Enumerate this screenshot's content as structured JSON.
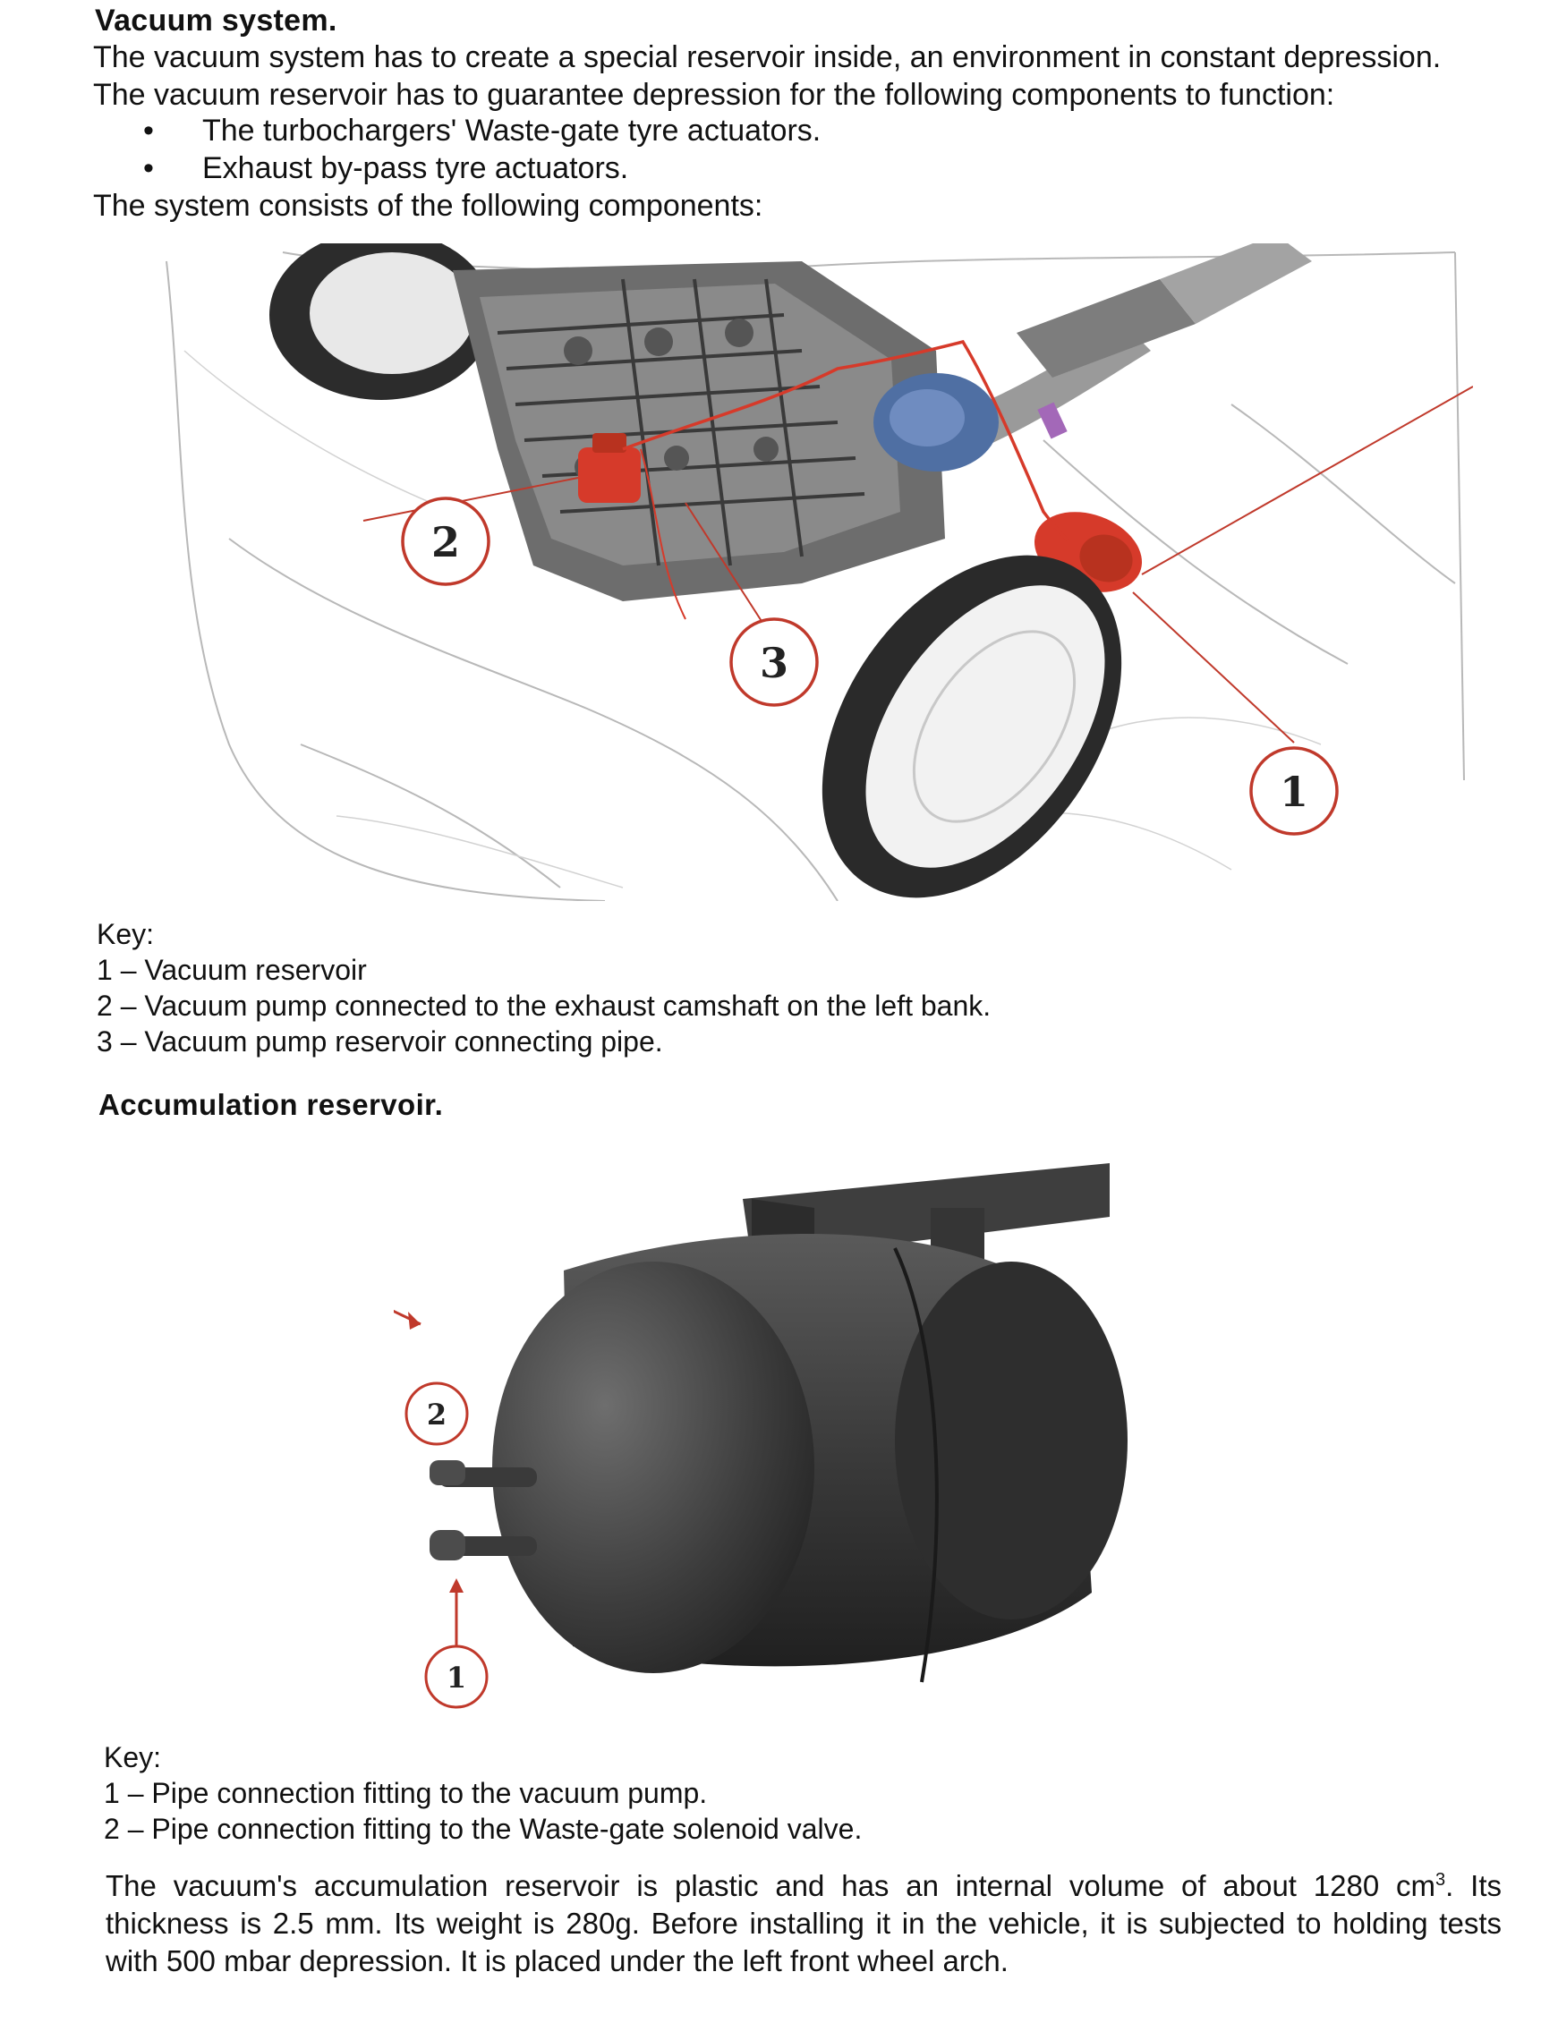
{
  "header": {
    "title": "Vacuum system."
  },
  "intro": {
    "line1": "The vacuum system has to create a special reservoir inside, an environment in constant depression.",
    "line2": "The vacuum reservoir has to guarantee depression for the following components to function:",
    "bullets": [
      "The turbochargers' Waste-gate tyre actuators.",
      "Exhaust by-pass tyre actuators."
    ],
    "bullet_marks": [
      "•",
      "•"
    ],
    "line3": "The system consists of the following components:"
  },
  "figure1": {
    "callouts": [
      "1",
      "2",
      "3"
    ],
    "key_title": "Key:",
    "key_items": [
      "1 – Vacuum reservoir",
      "2 – Vacuum pump connected to the exhaust camshaft on the left bank.",
      "3 – Vacuum pump reservoir connecting pipe."
    ]
  },
  "section2": {
    "title": "Accumulation reservoir."
  },
  "figure2": {
    "callouts": [
      "1",
      "2"
    ],
    "key_title": "Key:",
    "key_items": [
      "1 – Pipe connection fitting to the vacuum pump.",
      "2 – Pipe connection fitting to the Waste-gate solenoid valve."
    ]
  },
  "closing": {
    "part1": "The vacuum's accumulation reservoir is plastic and has an internal volume of about 1280 cm",
    "superscript": "3",
    "part2": ". Its thickness is 2.5 mm. Its weight is 280g. Before installing it in the vehicle, it is subjected to holding tests with 500 mbar depression. It is placed under the left front wheel arch."
  },
  "colors": {
    "callout_red": "#c0392b",
    "component_red": "#d63a2a",
    "reservoir_gray": "#3d3d3d",
    "text": "#111111"
  }
}
